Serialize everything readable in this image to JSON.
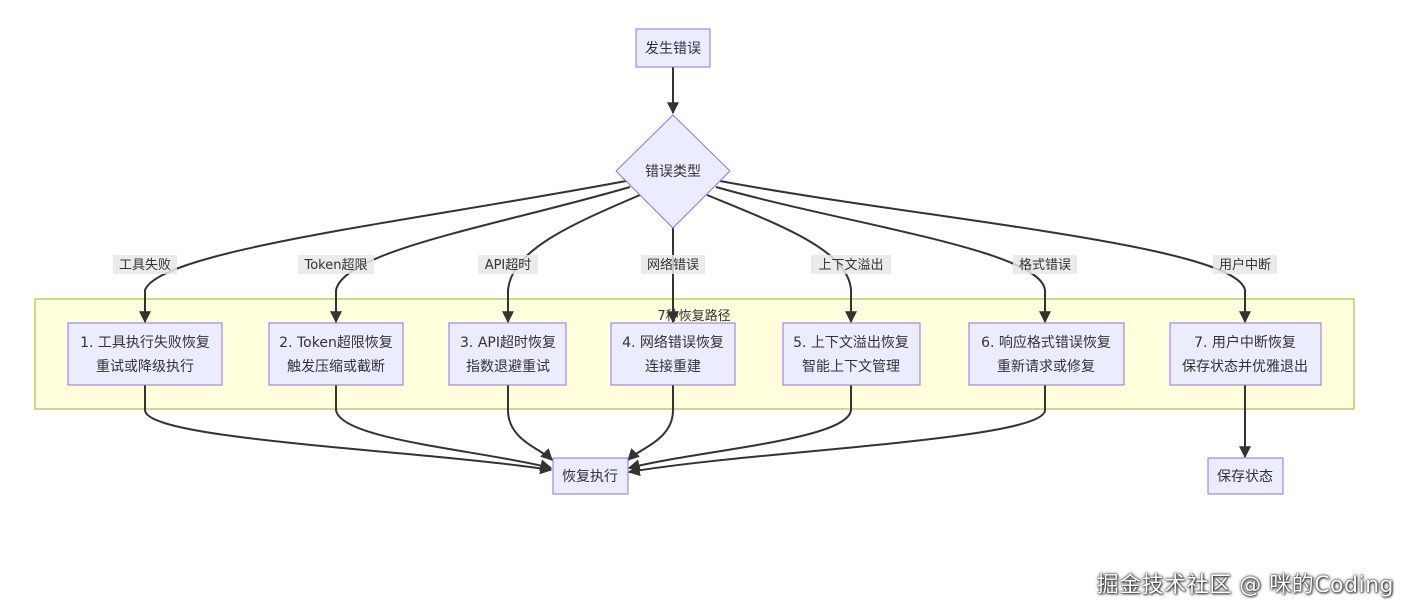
{
  "diagram": {
    "start": "发生错误",
    "decision": "错误类型",
    "edge_labels": [
      "工具失败",
      "Token超限",
      "API超时",
      "网络错误",
      "上下文溢出",
      "格式错误",
      "用户中断"
    ],
    "cluster_title": "7种恢复路径",
    "recovery_nodes": [
      {
        "line1": "1. 工具执行失败恢复",
        "line2": "重试或降级执行"
      },
      {
        "line1": "2. Token超限恢复",
        "line2": "触发压缩或截断"
      },
      {
        "line1": "3. API超时恢复",
        "line2": "指数退避重试"
      },
      {
        "line1": "4. 网络错误恢复",
        "line2": "连接重建"
      },
      {
        "line1": "5. 上下文溢出恢复",
        "line2": "智能上下文管理"
      },
      {
        "line1": "6. 响应格式错误恢复",
        "line2": "重新请求或修复"
      },
      {
        "line1": "7. 用户中断恢复",
        "line2": "保存状态并优雅退出"
      }
    ],
    "resume": "恢复执行",
    "save_state": "保存状态"
  },
  "colors": {
    "node_fill": "#ECECFF",
    "node_stroke": "#9370DB",
    "cluster_fill": "#ffffde",
    "cluster_stroke": "#aaaa33",
    "edge": "#333333"
  },
  "watermark": "掘金技术社区 @ 咪的Coding"
}
